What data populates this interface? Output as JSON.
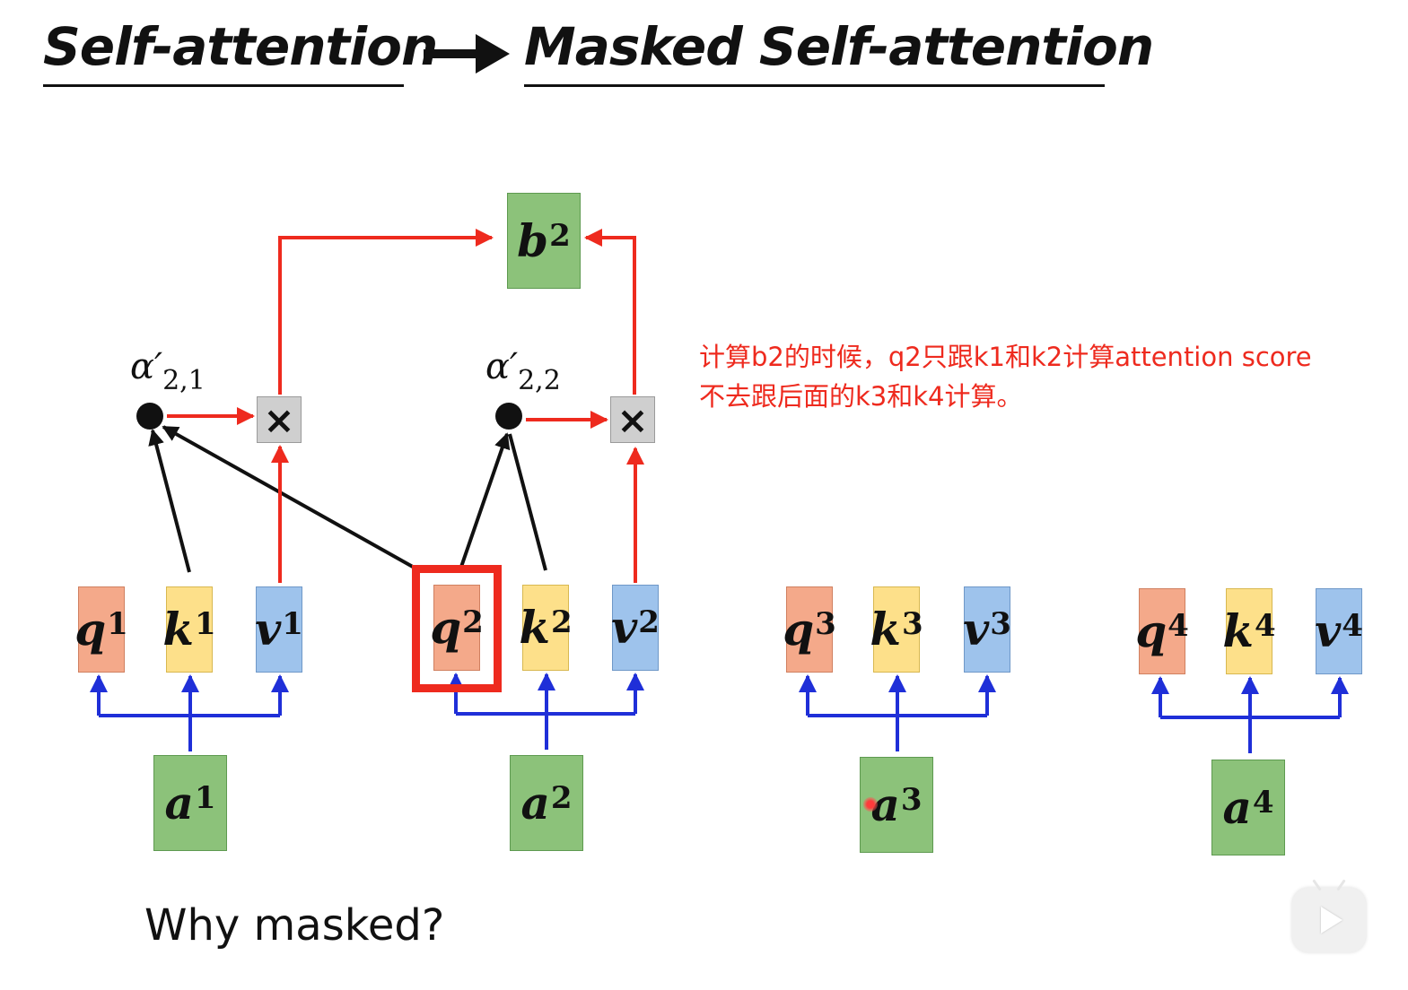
{
  "title": {
    "left": "Self-attention",
    "right": "Masked Self-attention"
  },
  "top_output": {
    "symbol": "b",
    "index": "2"
  },
  "alphas": [
    {
      "symbol": "α′",
      "sub": "2,1"
    },
    {
      "symbol": "α′",
      "sub": "2,2"
    }
  ],
  "multiply_symbol": "×",
  "groups": [
    {
      "q": {
        "symbol": "q",
        "index": "1"
      },
      "k": {
        "symbol": "k",
        "index": "1"
      },
      "v": {
        "symbol": "v",
        "index": "1"
      },
      "a": {
        "symbol": "a",
        "index": "1"
      }
    },
    {
      "q": {
        "symbol": "q",
        "index": "2"
      },
      "k": {
        "symbol": "k",
        "index": "2"
      },
      "v": {
        "symbol": "v",
        "index": "2"
      },
      "a": {
        "symbol": "a",
        "index": "2"
      }
    },
    {
      "q": {
        "symbol": "q",
        "index": "3"
      },
      "k": {
        "symbol": "k",
        "index": "3"
      },
      "v": {
        "symbol": "v",
        "index": "3"
      },
      "a": {
        "symbol": "a",
        "index": "3"
      }
    },
    {
      "q": {
        "symbol": "q",
        "index": "4"
      },
      "k": {
        "symbol": "k",
        "index": "4"
      },
      "v": {
        "symbol": "v",
        "index": "4"
      },
      "a": {
        "symbol": "a",
        "index": "4"
      }
    }
  ],
  "annotation": {
    "line1": "计算b2的时候，q2只跟k1和k2计算attention score",
    "line2": "不去跟后面的k3和k4计算。"
  },
  "footer": "Why masked?",
  "colors": {
    "red_arrow": "#ee2a1e",
    "blue_arrow": "#1f2fd8",
    "black_arrow": "#111111",
    "highlight": "#ee2a1e"
  },
  "icons": {
    "player": "play-icon"
  }
}
